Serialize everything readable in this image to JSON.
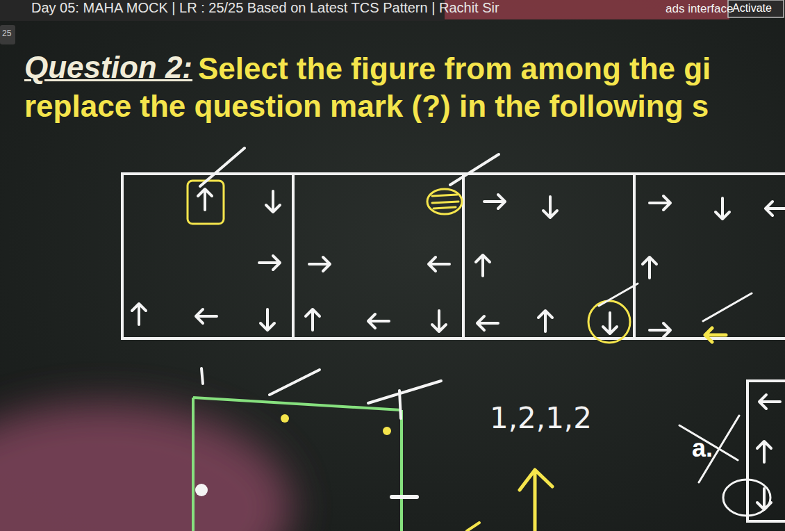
{
  "diagram": {
    "labels": [
      "Day 05: MAHA MOCK | LR : 25/25 Based on Latest TCS Pattern | Rachit Sir",
      "ads interface",
      "Activate",
      "25",
      "Question 2:",
      "Select the figure from among the gi",
      "replace the question mark (?) in the following s",
      "1,2,1,2",
      "a."
    ]
  }
}
